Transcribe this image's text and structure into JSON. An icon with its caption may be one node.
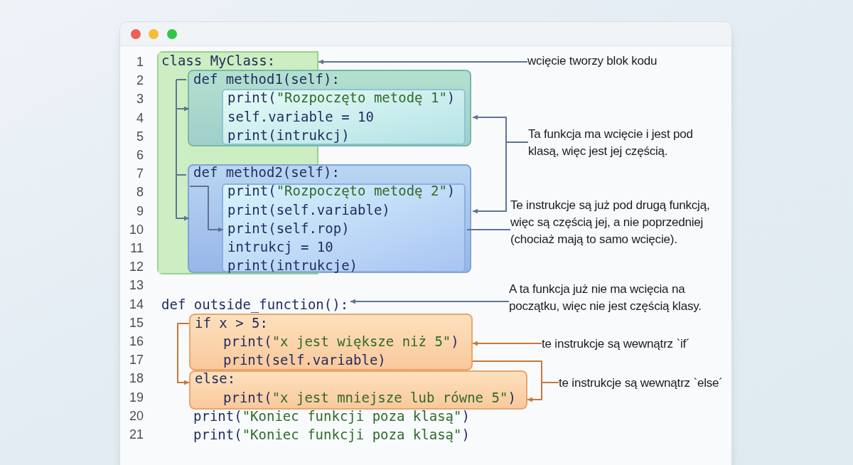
{
  "diagram": {
    "nodes": [
      {
        "text": [
          "class MyClass:"
        ]
      },
      {
        "text": [
          "def method1(self):"
        ],
        "in": 0
      },
      {
        "text": [
          "print(\"Rozpoczęto metodę 1\")",
          "self.variable = 10",
          "print(intrukcj)"
        ],
        "in": 1
      },
      {
        "text": [
          "def method2(self):"
        ],
        "in": 0
      },
      {
        "text": [
          "print(\"Rozpoczęto metodę 2\")",
          "print(self.variable)",
          "print(self.rop)",
          "intrukcj = 10",
          "print(intrukcje)"
        ],
        "in": 3
      },
      {
        "text": [
          "def outside_function():"
        ]
      },
      {
        "text": [
          "if x > 5:",
          "print(\"x jest większe niż 5\")",
          "print(self.variable)"
        ]
      },
      {
        "text": [
          "else:",
          "print(\"x jest mniejsze lub równe 5\")"
        ]
      },
      {
        "text": [
          "wcięcie tworzy blok kodu"
        ]
      },
      {
        "text": [
          "Ta funkcja ma wcięcie i jest pod klasą, więc jest jej częścią."
        ]
      },
      {
        "text": [
          "Te instrukcje są już pod drugą funkcją, więc są częścią jej, a nie poprzedniej (chociaż mają to samo wcięcie)."
        ]
      },
      {
        "text": [
          "A ta funkcja już nie ma wcięcia na początku, więc nie jest częścią klasy."
        ]
      },
      {
        "text": [
          "te instrukcje są wewnątrz `if´"
        ]
      },
      {
        "text": [
          "te instrukcje są wewnątrz `else´"
        ]
      }
    ],
    "edges": [
      {
        "from": 8,
        "to": 0,
        "arrow": "to"
      },
      {
        "from": 9,
        "to": 1,
        "arrow": "to"
      },
      {
        "from": 9,
        "to": 3,
        "arrow": "to"
      },
      {
        "from": 10,
        "to": 4,
        "arrow": "none"
      },
      {
        "from": 0,
        "to": 1,
        "arrow": "to"
      },
      {
        "from": 0,
        "to": 3,
        "arrow": "to"
      },
      {
        "from": 3,
        "to": 4,
        "arrow": "to"
      },
      {
        "from": 11,
        "to": 5,
        "arrow": "to"
      },
      {
        "from": 12,
        "to": 6,
        "arrow": "to",
        "color": "#c8773a"
      },
      {
        "from": 13,
        "to": 7,
        "arrow": "to",
        "color": "#c8773a"
      },
      {
        "from": 13,
        "to": 6,
        "arrow": "none",
        "color": "#c8773a"
      },
      {
        "from": 6,
        "to": 7,
        "arrow": "to",
        "color": "#c8773a"
      }
    ],
    "labels": [
      "1",
      "2",
      "3",
      "4",
      "5",
      "6",
      "7",
      "8",
      "9",
      "10",
      "11",
      "12",
      "13",
      "14",
      "15",
      "16",
      "17",
      "18",
      "19",
      "20",
      "21",
      "print(\"Koniec funkcji poza klasą\")",
      "print(\"Koniec funkcji poza klasą\")"
    ]
  }
}
